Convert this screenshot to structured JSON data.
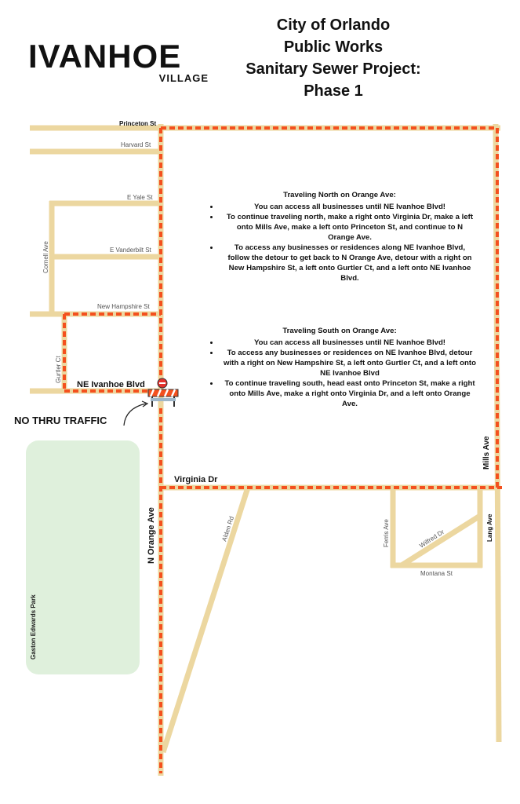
{
  "title": {
    "line1": "City of Orlando",
    "line2": "Public Works",
    "line3": "Sanitary Sewer Project:",
    "line4": "Phase 1"
  },
  "logo": {
    "main": "IVANHOE",
    "sub": "VILLAGE"
  },
  "streets": {
    "princeton": "Princeton St",
    "harvard": "Harvard St",
    "yale": "E Yale St",
    "vanderbilt": "E Vanderbilt St",
    "new_hampshire": "New Hampshire St",
    "cornell": "Cornell Ave",
    "gurtler": "Gurtler Ct",
    "ne_ivanhoe": "NE Ivanhoe Blvd",
    "virginia": "Virginia Dr",
    "n_orange": "N Orange Ave",
    "alden": "Alden Rd",
    "ferris": "Ferris Ave",
    "wilfred": "Wilfred Dr",
    "montana": "Montana St",
    "mills": "Mills Ave",
    "lang": "Lang Ave"
  },
  "park": "Gaston Edwards Park",
  "no_thru": "NO THRU TRAFFIC",
  "north": {
    "heading": "Traveling North on Orange Ave:",
    "items": [
      "You can access all businesses until NE Ivanhoe Blvd!",
      "To continue traveling north, make a right onto Virginia Dr, make a left onto Mills Ave, make a left onto Princeton St, and continue to N Orange Ave.",
      "To access any businesses or residences along NE Ivanhoe Blvd, follow the detour to get back to N Orange Ave, detour with a right on New Hampshire St, a left onto Gurtler Ct, and a left onto NE Ivanhoe Blvd."
    ]
  },
  "south": {
    "heading": "Traveling South on Orange Ave:",
    "items": [
      "You can access all businesses until NE Ivanhoe Blvd!",
      "To access any businesses or residences on NE Ivanhoe Blvd, detour with a right on New Hampshire St, a left onto Gurtler Ct, and a left onto NE Ivanhoe Blvd",
      "To continue traveling south, head east onto Princeton St, make a right onto Mills Ave, make a right onto Virginia Dr, and a left onto Orange Ave."
    ]
  },
  "colors": {
    "road": "#ecd7a0",
    "detour": "#f4501e",
    "park": "#dff0dc"
  }
}
